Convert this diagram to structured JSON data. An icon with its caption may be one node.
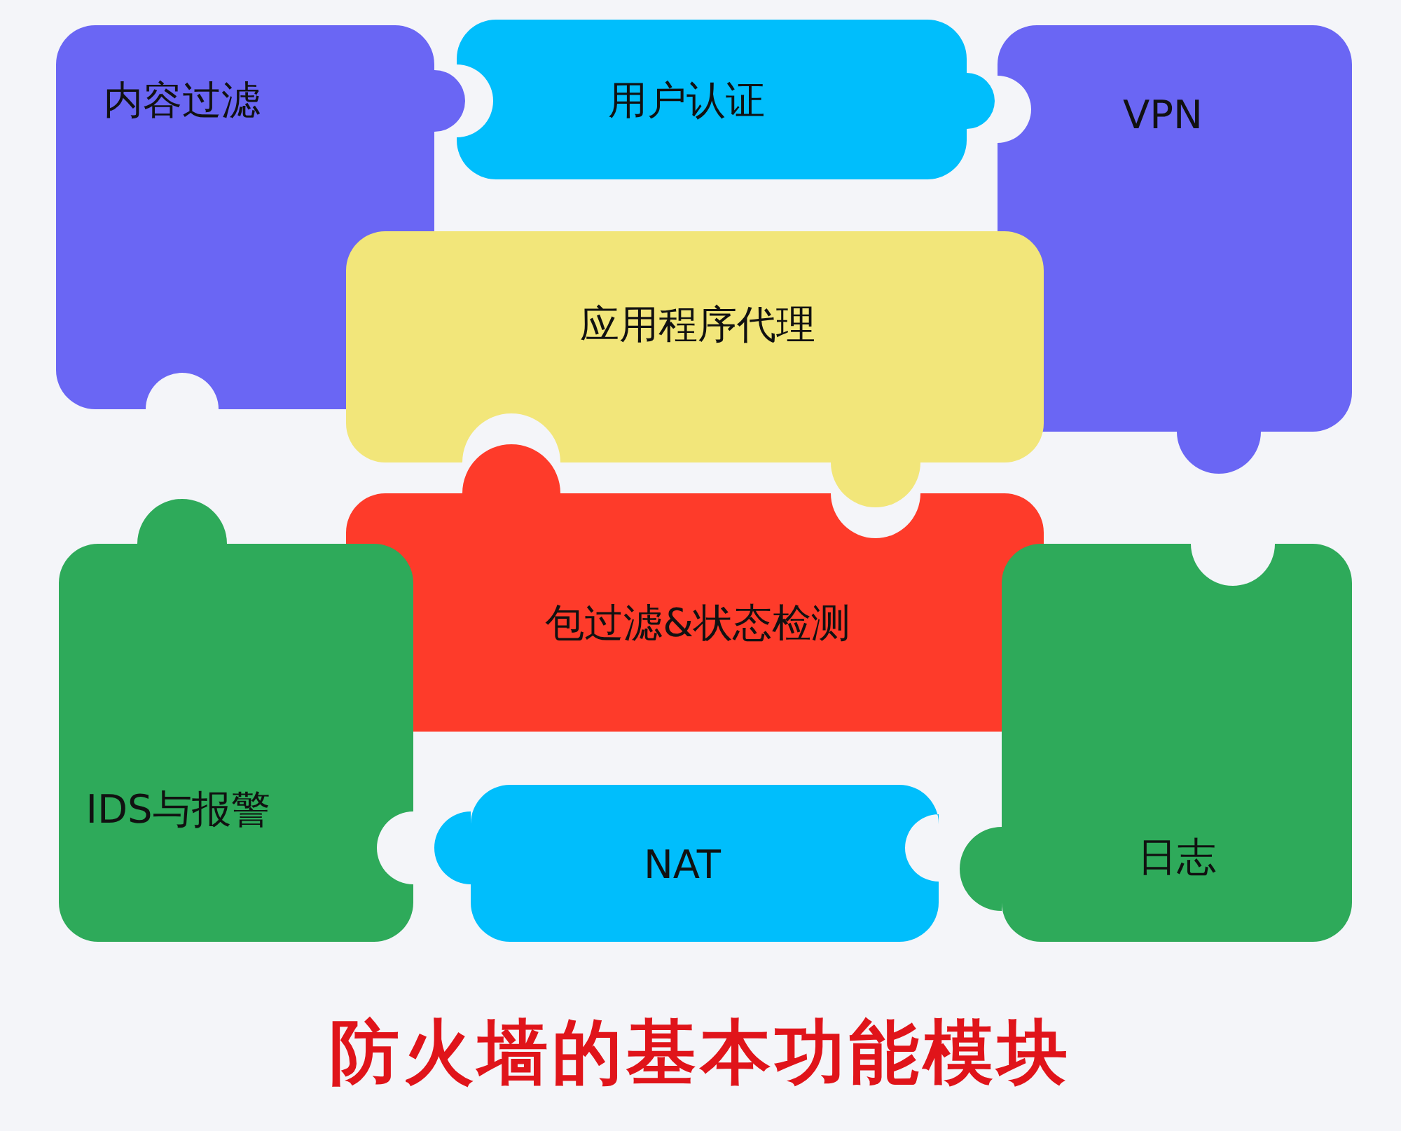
{
  "diagram": {
    "title": "防火墙的基本功能模块",
    "nodes": [
      {
        "text": [
          "内容过滤"
        ]
      },
      {
        "text": [
          "用户认证"
        ]
      },
      {
        "text": [
          "VPN"
        ]
      },
      {
        "text": [
          "应用程序代理"
        ]
      },
      {
        "text": [
          "包过滤&状态检测"
        ]
      },
      {
        "text": [
          "IDS与报警"
        ]
      },
      {
        "text": [
          "NAT"
        ]
      },
      {
        "text": [
          "日志"
        ]
      }
    ]
  }
}
